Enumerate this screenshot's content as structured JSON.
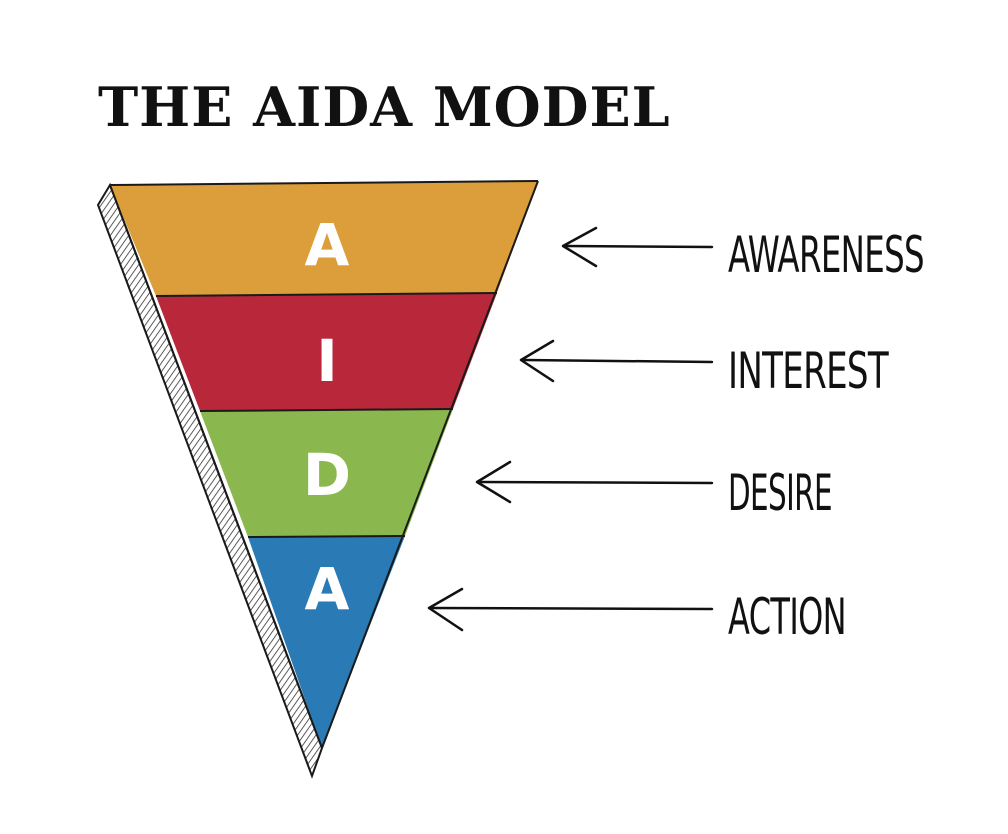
{
  "title": "THE AIDA MODEL",
  "stages": [
    {
      "letter": "A",
      "label": "AWARENESS",
      "color": "#DC9E3B"
    },
    {
      "letter": "I",
      "label": "INTEREST",
      "color": "#B8273A"
    },
    {
      "letter": "D",
      "label": "DESIRE",
      "color": "#8AB74E"
    },
    {
      "letter": "A",
      "label": "ACTION",
      "color": "#2A7AB5"
    }
  ]
}
